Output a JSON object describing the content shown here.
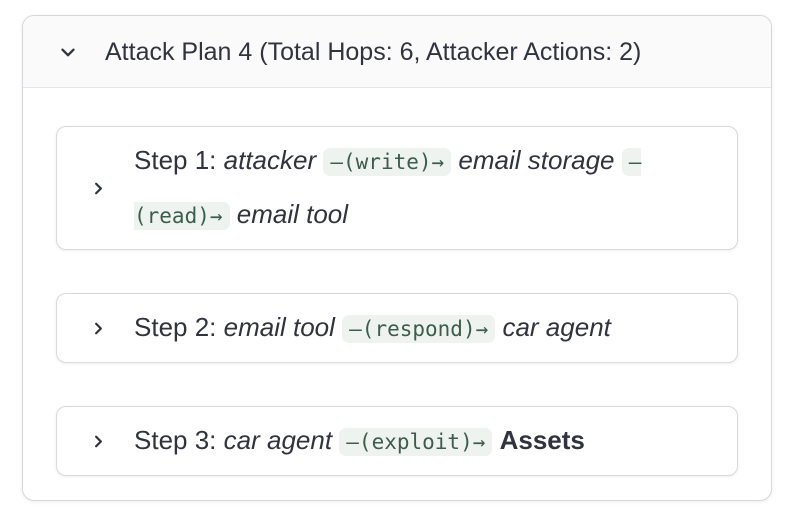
{
  "expander": {
    "title": "Attack Plan 4 (Total Hops: 6, Attacker Actions: 2)",
    "state": "expanded",
    "chevron_icon": "chevron-down-icon"
  },
  "steps": [
    {
      "chevron_icon": "chevron-right-icon",
      "state": "collapsed",
      "segments": [
        {
          "type": "text",
          "value": "Step 1:"
        },
        {
          "type": "italic",
          "value": "attacker"
        },
        {
          "type": "code",
          "value": "–(write)→"
        },
        {
          "type": "italic",
          "value": "email storage"
        },
        {
          "type": "code",
          "value": "–(read)→"
        },
        {
          "type": "italic",
          "value": "email tool"
        }
      ]
    },
    {
      "chevron_icon": "chevron-right-icon",
      "state": "collapsed",
      "segments": [
        {
          "type": "text",
          "value": "Step 2:"
        },
        {
          "type": "italic",
          "value": "email tool"
        },
        {
          "type": "code",
          "value": "–(respond)→"
        },
        {
          "type": "italic",
          "value": "car agent"
        }
      ]
    },
    {
      "chevron_icon": "chevron-right-icon",
      "state": "collapsed",
      "segments": [
        {
          "type": "text",
          "value": "Step 3:"
        },
        {
          "type": "italic",
          "value": "car agent"
        },
        {
          "type": "code",
          "value": "–(exploit)→"
        },
        {
          "type": "bold",
          "value": "Assets"
        }
      ]
    }
  ],
  "colors": {
    "text": "#31333F",
    "code_text": "#3b5e4b",
    "code_background": "#eef3ef",
    "border": "#d5d7da",
    "header_background": "#fafafa"
  }
}
